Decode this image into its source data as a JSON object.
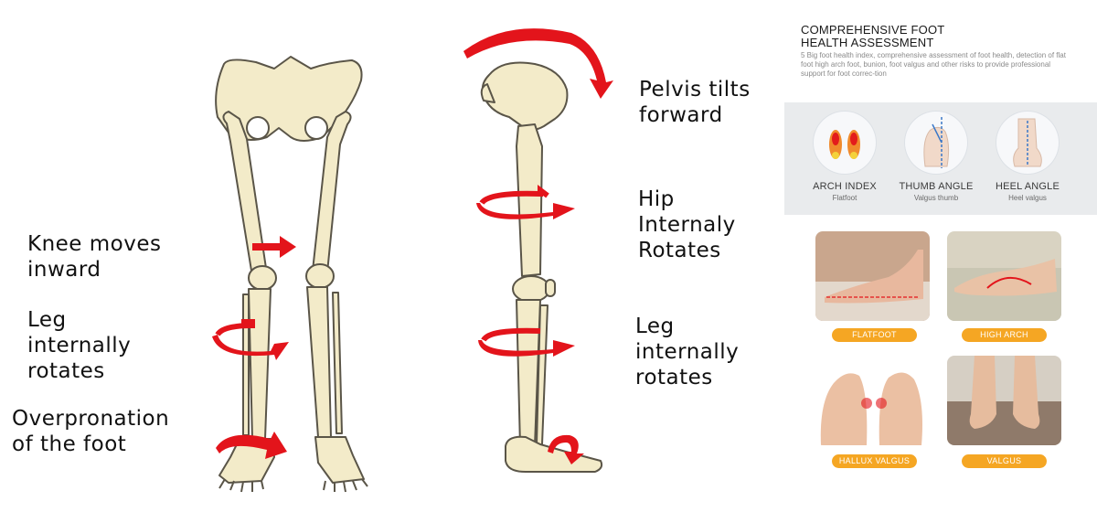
{
  "left_labels": {
    "knee": [
      "Knee moves",
      "inward"
    ],
    "leg": [
      "Leg",
      "internally",
      "rotates"
    ],
    "foot": [
      "Overpronation",
      "of the foot"
    ]
  },
  "right_labels": {
    "pelvis": [
      "Pelvis tilts",
      "forward"
    ],
    "hip": [
      "Hip",
      "Internaly",
      "Rotates"
    ],
    "leg": [
      "Leg",
      "internally",
      "rotates"
    ]
  },
  "panel": {
    "title": [
      "COMPREHENSIVE FOOT",
      "HEALTH ASSESSMENT"
    ],
    "description": "5 Big foot health index, comprehensive assessment of foot health, detection of flat foot high arch foot, bunion, foot valgus and other risks to provide professional support for foot correc-tion",
    "metrics": [
      {
        "title": "ARCH INDEX",
        "sub": "Flatfoot",
        "icon": "foot-pressure-icon"
      },
      {
        "title": "THUMB ANGLE",
        "sub": "Valgus thumb",
        "icon": "foot-angle-icon"
      },
      {
        "title": "HEEL ANGLE",
        "sub": "Heel valgus",
        "icon": "heel-angle-icon"
      }
    ],
    "conditions": [
      {
        "label": "FLATFOOT"
      },
      {
        "label": "HIGH ARCH"
      },
      {
        "label": "HALLUX VALGUS"
      },
      {
        "label": "VALGUS"
      }
    ]
  },
  "colors": {
    "bone": "#f3ebc9",
    "bone_outline": "#5a5548",
    "arrow": "#e3141b",
    "pill": "#f5a623",
    "panel_box": "#e9ebed"
  }
}
